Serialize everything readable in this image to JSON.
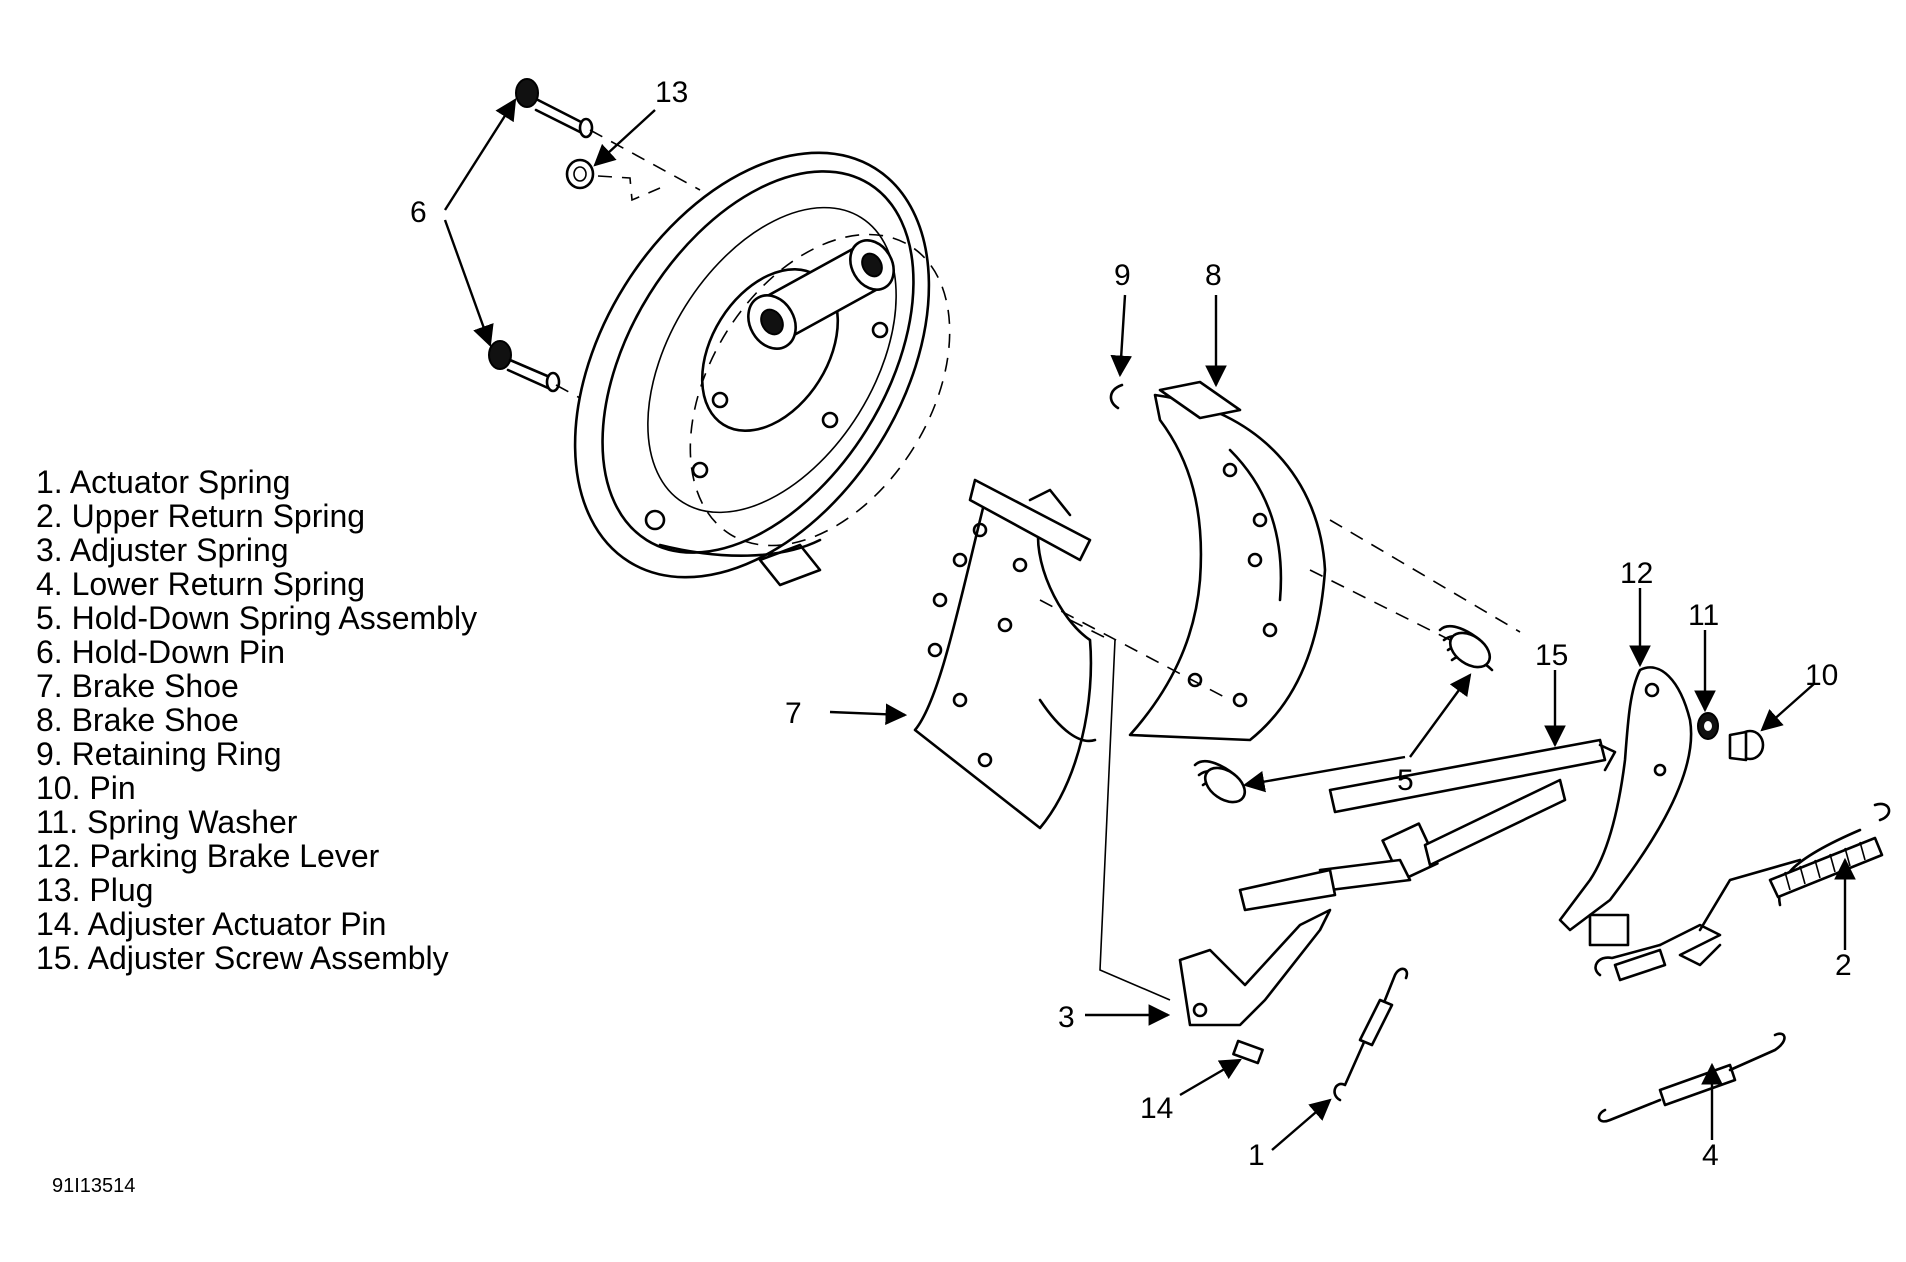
{
  "legend": [
    "1. Actuator Spring",
    "2. Upper Return Spring",
    "3. Adjuster Spring",
    "4. Lower Return Spring",
    "5. Hold-Down Spring Assembly",
    "6. Hold-Down Pin",
    "7. Brake Shoe",
    "8. Brake Shoe",
    "9. Retaining Ring",
    "10. Pin",
    "11. Spring Washer",
    "12. Parking Brake Lever",
    "13. Plug",
    "14. Adjuster Actuator Pin",
    "15. Adjuster Screw Assembly"
  ],
  "callouts": {
    "c1": "1",
    "c2": "2",
    "c3": "3",
    "c4": "4",
    "c5": "5",
    "c6": "6",
    "c7": "7",
    "c8": "8",
    "c9": "9",
    "c10": "10",
    "c11": "11",
    "c12": "12",
    "c13": "13",
    "c14": "14",
    "c15": "15"
  },
  "figure_id": "91I13514"
}
